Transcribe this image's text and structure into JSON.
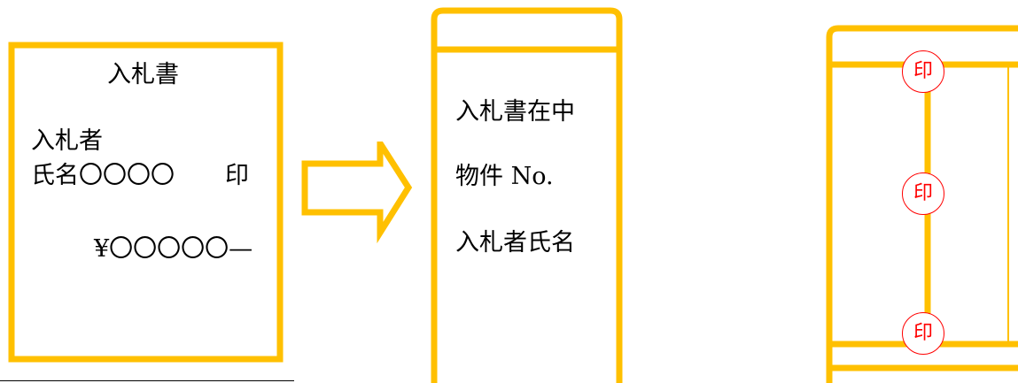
{
  "colors": {
    "frame": "#FFC000",
    "seal": "#FF0000",
    "text": "#000000"
  },
  "bid_form": {
    "title": "入札書",
    "bidder_label": "入札者",
    "name_line": "氏名〇〇〇〇",
    "seal_mark": "印",
    "amount": "¥〇〇〇〇〇—"
  },
  "arrow": {
    "icon": "right-arrow-outline-icon"
  },
  "envelope_front": {
    "line1": "入札書在中",
    "line2": "物件 No.",
    "line3": "入札者氏名"
  },
  "envelope_back": {
    "seals": [
      "印",
      "印",
      "印"
    ]
  }
}
